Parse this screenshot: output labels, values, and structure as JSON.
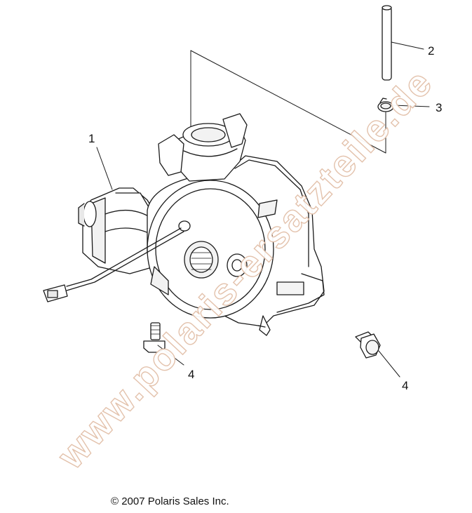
{
  "diagram": {
    "callouts": [
      {
        "id": "1",
        "label": "1"
      },
      {
        "id": "2",
        "label": "2"
      },
      {
        "id": "3",
        "label": "3"
      },
      {
        "id": "4a",
        "label": "4"
      },
      {
        "id": "4b",
        "label": "4"
      }
    ],
    "copyright": "© 2007 Polaris Sales Inc.",
    "watermark": "www.polaris-ersatzteile.de"
  },
  "colors": {
    "line": "#1a1a1a",
    "watermark": "#e2bfa8"
  }
}
